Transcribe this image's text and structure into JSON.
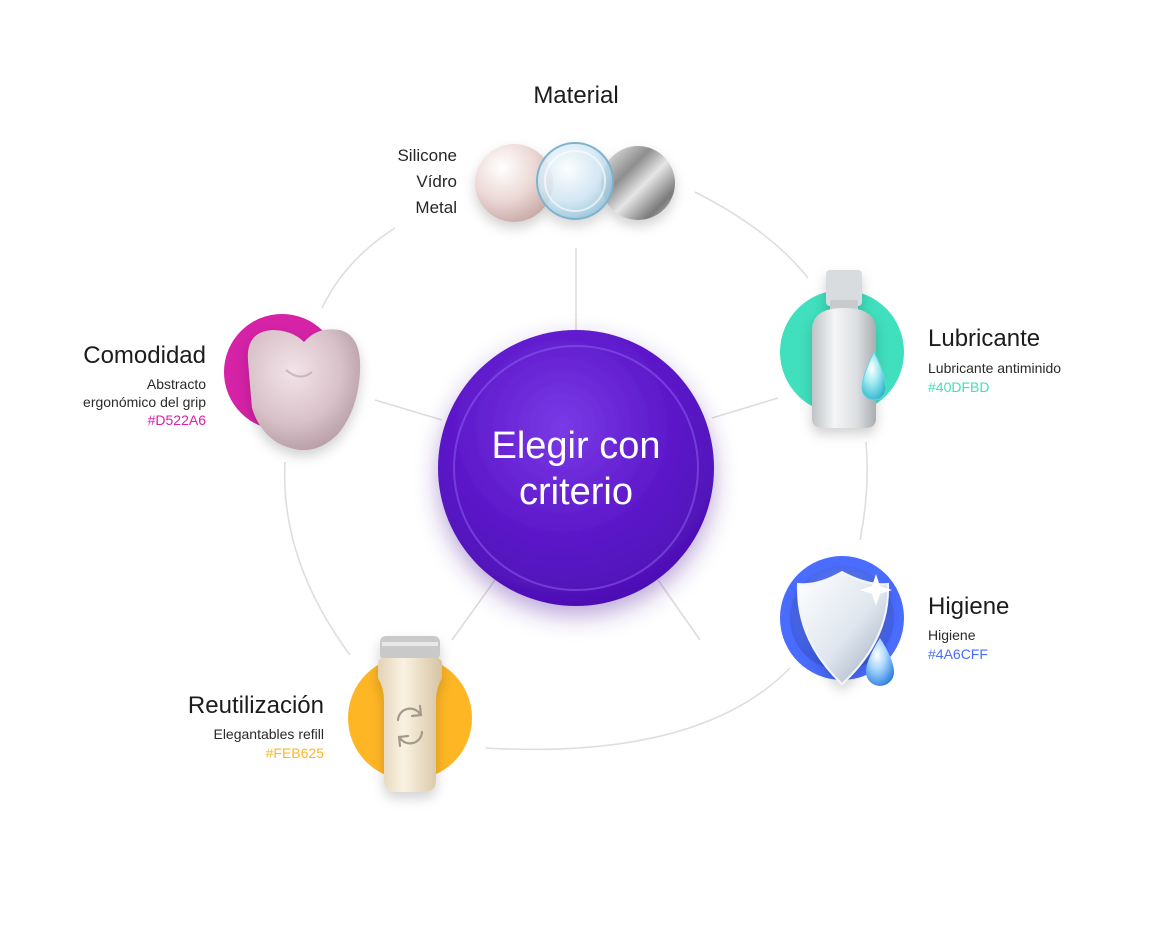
{
  "center": {
    "line1": "Elegir con",
    "line2": "criterio",
    "color": "#5B16C8"
  },
  "nodes": {
    "material": {
      "title": "Material",
      "items": [
        "Silicone",
        "Vídro",
        "Metal"
      ]
    },
    "lubricante": {
      "title": "Lubricante",
      "subtitle": "Lubricante antiminido",
      "hex": "#40DFBD",
      "color": "#40DFBD"
    },
    "higiene": {
      "title": "Higiene",
      "subtitle": "Higiene",
      "hex": "#4A6CFF",
      "color": "#4A6CFF"
    },
    "reutilizacion": {
      "title": "Reutilización",
      "subtitle": "Elegantables refill",
      "hex": "#FEB625",
      "color": "#FEB625"
    },
    "comodidad": {
      "title": "Comodidad",
      "subtitle_line1": "Abstracto",
      "subtitle_line2": "ergonómico del grip",
      "hex": "#D522A6",
      "color": "#D522A6"
    }
  }
}
